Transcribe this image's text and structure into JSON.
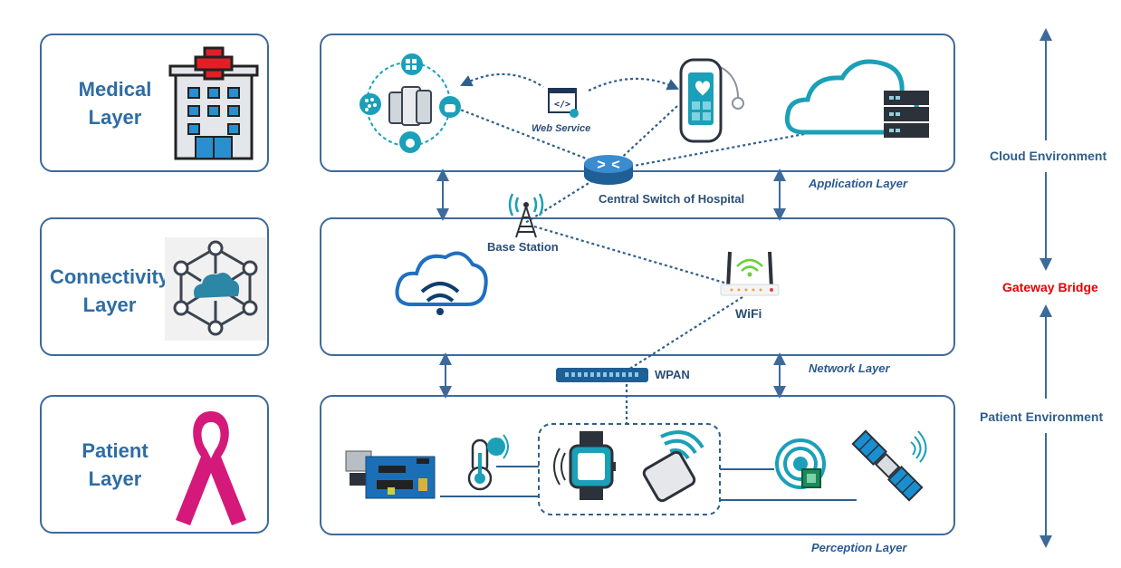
{
  "side_layers": {
    "medical": {
      "line1": "Medical",
      "line2": "Layer"
    },
    "connectivity": {
      "line1": "Connectivity",
      "line2": "Layer"
    },
    "patient": {
      "line1": "Patient",
      "line2": "Layer"
    }
  },
  "layer_captions": {
    "application": "Application Layer",
    "network": "Network Layer",
    "perception": "Perception Layer"
  },
  "labels": {
    "web_service": "Web Service",
    "central_switch": "Central Switch of Hospital",
    "base_station": "Base Station",
    "wifi": "WiFi",
    "wpan": "WPAN"
  },
  "environment": {
    "cloud": "Cloud Environment",
    "gateway": "Gateway Bridge",
    "patient": "Patient Environment"
  },
  "colors": {
    "box_border": "#3d6a9a",
    "title_blue": "#2e6da4",
    "teal": "#1aa0b8",
    "gateway_red": "#e60000",
    "ribbon": "#d4197a"
  }
}
